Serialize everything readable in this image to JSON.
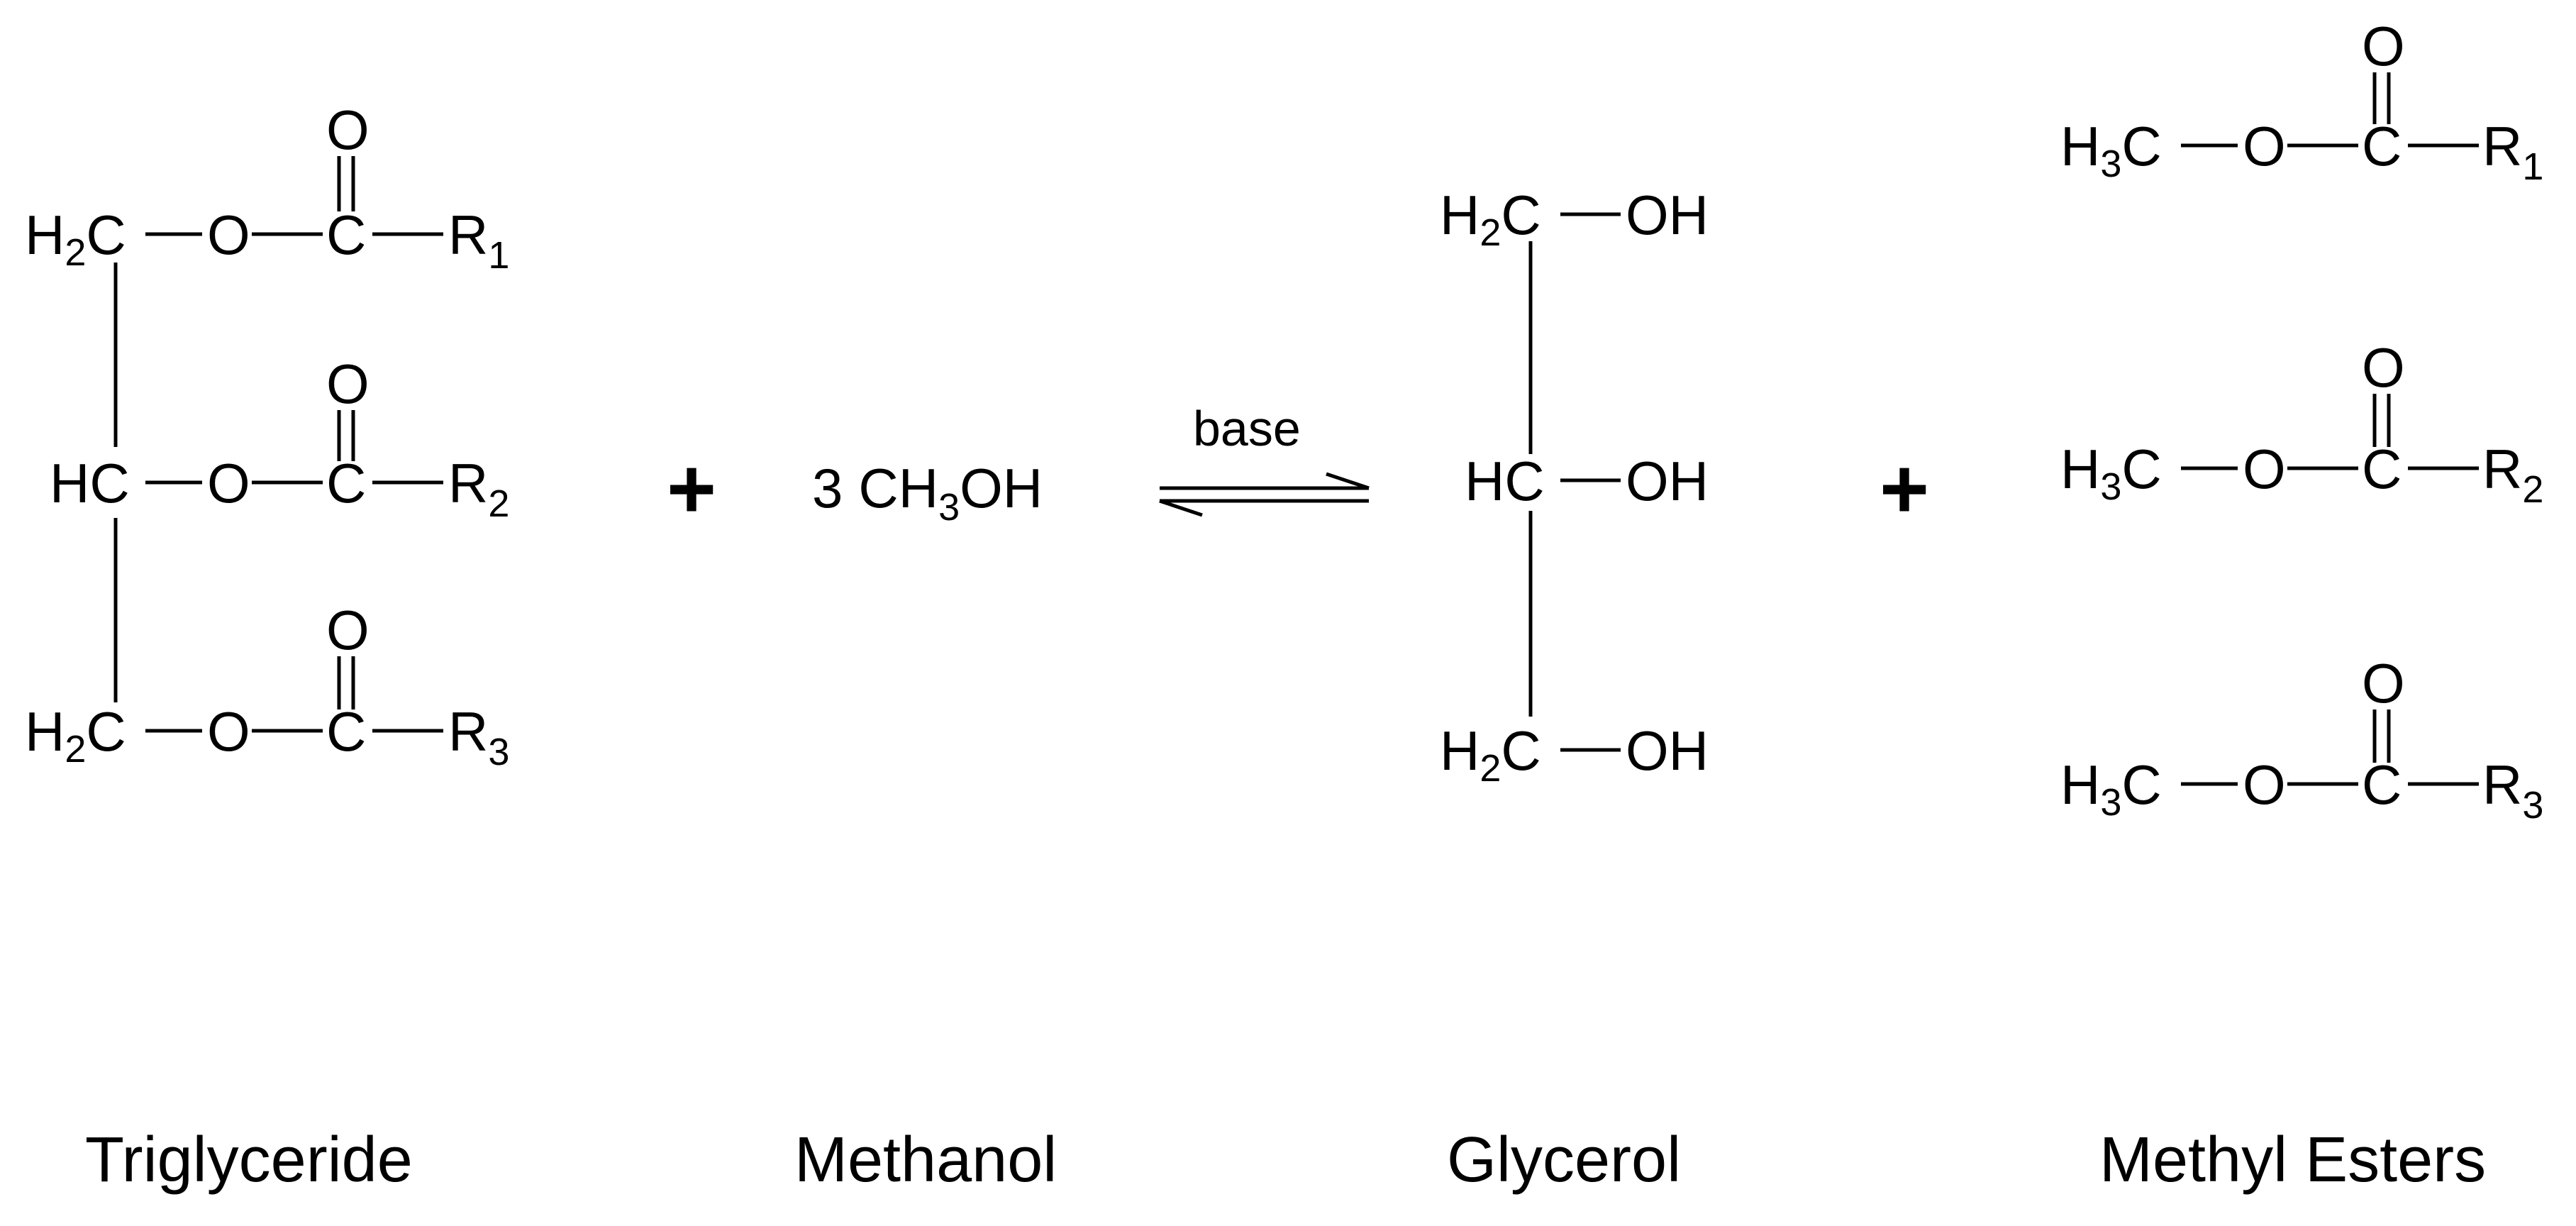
{
  "triglyceride": {
    "rows": [
      {
        "carbon": "H",
        "carbon_sub": "2",
        "carbon_suffix": "C",
        "oxygen": "O",
        "carbonyl_c": "C",
        "carbonyl_o": "O",
        "r": "R",
        "r_sub": "1"
      },
      {
        "carbon": "HC",
        "carbon_sub": "",
        "carbon_suffix": "",
        "oxygen": "O",
        "carbonyl_c": "C",
        "carbonyl_o": "O",
        "r": "R",
        "r_sub": "2"
      },
      {
        "carbon": "H",
        "carbon_sub": "2",
        "carbon_suffix": "C",
        "oxygen": "O",
        "carbonyl_c": "C",
        "carbonyl_o": "O",
        "r": "R",
        "r_sub": "3"
      }
    ],
    "caption": "Triglyceride"
  },
  "plus_1": "+",
  "methanol": {
    "coefficient": "3",
    "formula_a": "CH",
    "formula_sub": "3",
    "formula_b": "OH",
    "caption": "Methanol"
  },
  "arrow": {
    "condition": "base",
    "type": "equilibrium"
  },
  "glycerol": {
    "rows": [
      {
        "carbon": "H",
        "carbon_sub": "2",
        "carbon_suffix": "C",
        "group": "OH"
      },
      {
        "carbon": "HC",
        "carbon_sub": "",
        "carbon_suffix": "",
        "group": "OH"
      },
      {
        "carbon": "H",
        "carbon_sub": "2",
        "carbon_suffix": "C",
        "group": "OH"
      }
    ],
    "caption": "Glycerol"
  },
  "plus_2": "+",
  "methyl_esters": {
    "rows": [
      {
        "methyl": "H",
        "methyl_sub": "3",
        "methyl_suffix": "C",
        "oxygen": "O",
        "carbonyl_c": "C",
        "carbonyl_o": "O",
        "r": "R",
        "r_sub": "1"
      },
      {
        "methyl": "H",
        "methyl_sub": "3",
        "methyl_suffix": "C",
        "oxygen": "O",
        "carbonyl_c": "C",
        "carbonyl_o": "O",
        "r": "R",
        "r_sub": "2"
      },
      {
        "methyl": "H",
        "methyl_sub": "3",
        "methyl_suffix": "C",
        "oxygen": "O",
        "carbonyl_c": "C",
        "carbonyl_o": "O",
        "r": "R",
        "r_sub": "3"
      }
    ],
    "caption": "Methyl Esters"
  }
}
